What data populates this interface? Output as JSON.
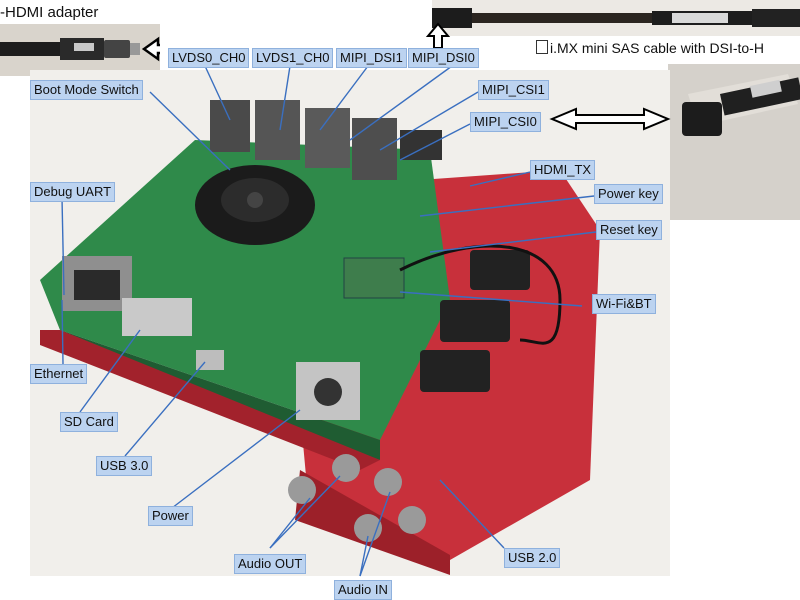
{
  "captions": {
    "adapter": "-HDMI adapter",
    "sas_cable": "i.MX mini SAS cable with DSI-to-H"
  },
  "labels": {
    "lvds0": "LVDS0_CH0",
    "lvds1": "LVDS1_CH0",
    "mipi_dsi1": "MIPI_DSI1",
    "mipi_dsi0": "MIPI_DSI0",
    "boot_mode": "Boot Mode Switch",
    "mipi_csi1": "MIPI_CSI1",
    "mipi_csi0": "MIPI_CSI0",
    "debug_uart": "Debug UART",
    "hdmi_tx": "HDMI_TX",
    "power_key": "Power key",
    "reset_key": "Reset key",
    "wifi_bt": "Wi-Fi&BT",
    "ethernet": "Ethernet",
    "sd_card": "SD Card",
    "usb3": "USB 3.0",
    "power": "Power",
    "audio_out": "Audio OUT",
    "audio_in": "Audio IN",
    "usb2": "USB 2.0"
  },
  "colors": {
    "label_fill": "#bcd3f0",
    "leader_line": "#3a6fc0",
    "board_green": "#2f8a4a",
    "board_red": "#c8303b"
  }
}
